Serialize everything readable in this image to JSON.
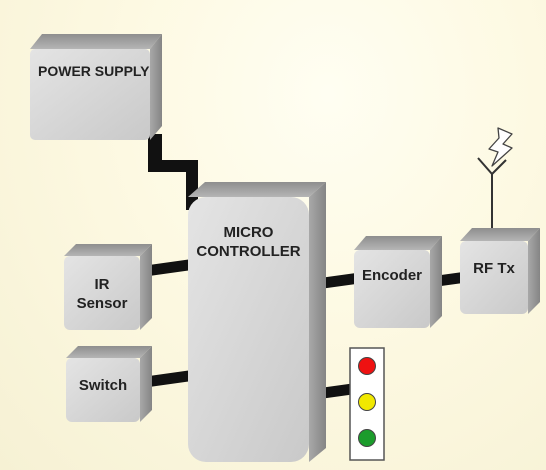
{
  "blocks": {
    "power_supply": "POWER SUPPLY",
    "micro_controller": "MICRO\nCONTROLLER",
    "ir_sensor": "IR\nSensor",
    "switch": "Switch",
    "encoder": "Encoder",
    "rf_tx": "RF Tx"
  },
  "traffic_light": [
    "red",
    "yellow",
    "green"
  ],
  "colors": {
    "block_face": "#d3d3d3",
    "connector": "#111111",
    "red": "#ee1111",
    "yellow": "#f0e800",
    "green": "#1c9c2c"
  }
}
